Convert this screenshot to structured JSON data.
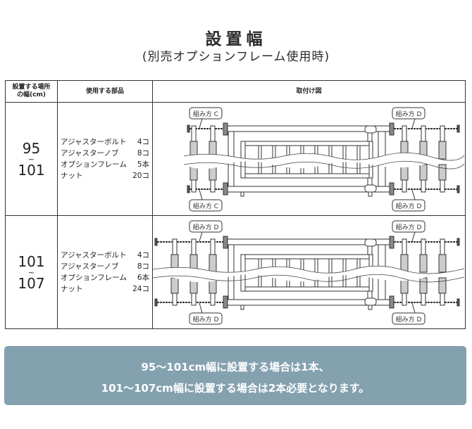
{
  "header": {
    "title": "設置幅",
    "subtitle": "(別売オプションフレーム使用時)"
  },
  "table": {
    "columns": [
      "設置する場所の幅(cm)",
      "使用する部品",
      "取付け図"
    ],
    "column_width_line1": "設置する場所",
    "column_width_line2": "の幅(cm)",
    "rows": [
      {
        "width_from": "95",
        "tilde": "~",
        "width_to": "101",
        "parts": [
          {
            "name": "アジャスターボルト",
            "qty": "4コ"
          },
          {
            "name": "アジャスターノブ",
            "qty": "8コ"
          },
          {
            "name": "オプションフレーム",
            "qty": "5本"
          },
          {
            "name": "ナット",
            "qty": "20コ"
          }
        ],
        "diagram": {
          "top_left_label": "組み方 C",
          "bottom_left_label": "組み方 C",
          "top_right_label": "組み方 D",
          "bottom_right_label": "組み方 D"
        }
      },
      {
        "width_from": "101",
        "tilde": "~",
        "width_to": "107",
        "parts": [
          {
            "name": "アジャスターボルト",
            "qty": "4コ"
          },
          {
            "name": "アジャスターノブ",
            "qty": "8コ"
          },
          {
            "name": "オプションフレーム",
            "qty": "6本"
          },
          {
            "name": "ナット",
            "qty": "24コ"
          }
        ],
        "diagram": {
          "top_left_label": "組み方 D",
          "bottom_left_label": "組み方 D",
          "top_right_label": "組み方 D",
          "bottom_right_label": "組み方 D"
        }
      }
    ]
  },
  "note": {
    "line1": "95〜101cm幅に設置する場合は1本、",
    "line2": "101〜107cm幅に設置する場合は2本必要となります。",
    "background_color": "#84a1b0"
  }
}
